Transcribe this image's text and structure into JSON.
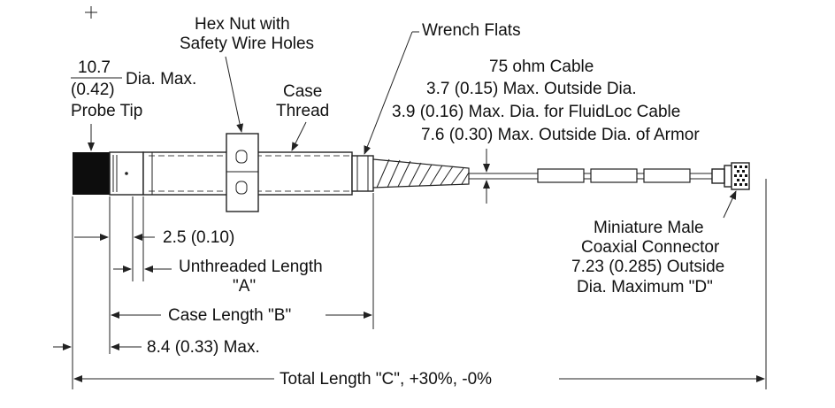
{
  "callouts": {
    "hex_nut": [
      "Hex Nut with",
      "Safety Wire Holes"
    ],
    "wrench_flats": "Wrench Flats",
    "probe_tip_dia": "10.7",
    "probe_tip_dia_in": "(0.42)",
    "dia_max": "Dia. Max.",
    "probe_tip": "Probe Tip",
    "case_thread": [
      "Case",
      "Thread"
    ],
    "cable": [
      "75 ohm Cable",
      "3.7 (0.15) Max. Outside Dia.",
      "3.9 (0.16) Max. Dia. for FluidLoc Cable",
      "7.6 (0.30) Max. Outside Dia. of Armor"
    ],
    "connector": [
      "Miniature Male",
      "Coaxial Connector",
      "7.23 (0.285) Outside",
      "Dia. Maximum \"D\""
    ]
  },
  "dimensions": {
    "tip_gap": "2.5 (0.10)",
    "unthreaded": [
      "Unthreaded Length",
      "\"A\""
    ],
    "case_length": "Case Length \"B\"",
    "max_84": "8.4 (0.33) Max.",
    "total_length": "Total Length  \"C\", +30%, -0%"
  }
}
